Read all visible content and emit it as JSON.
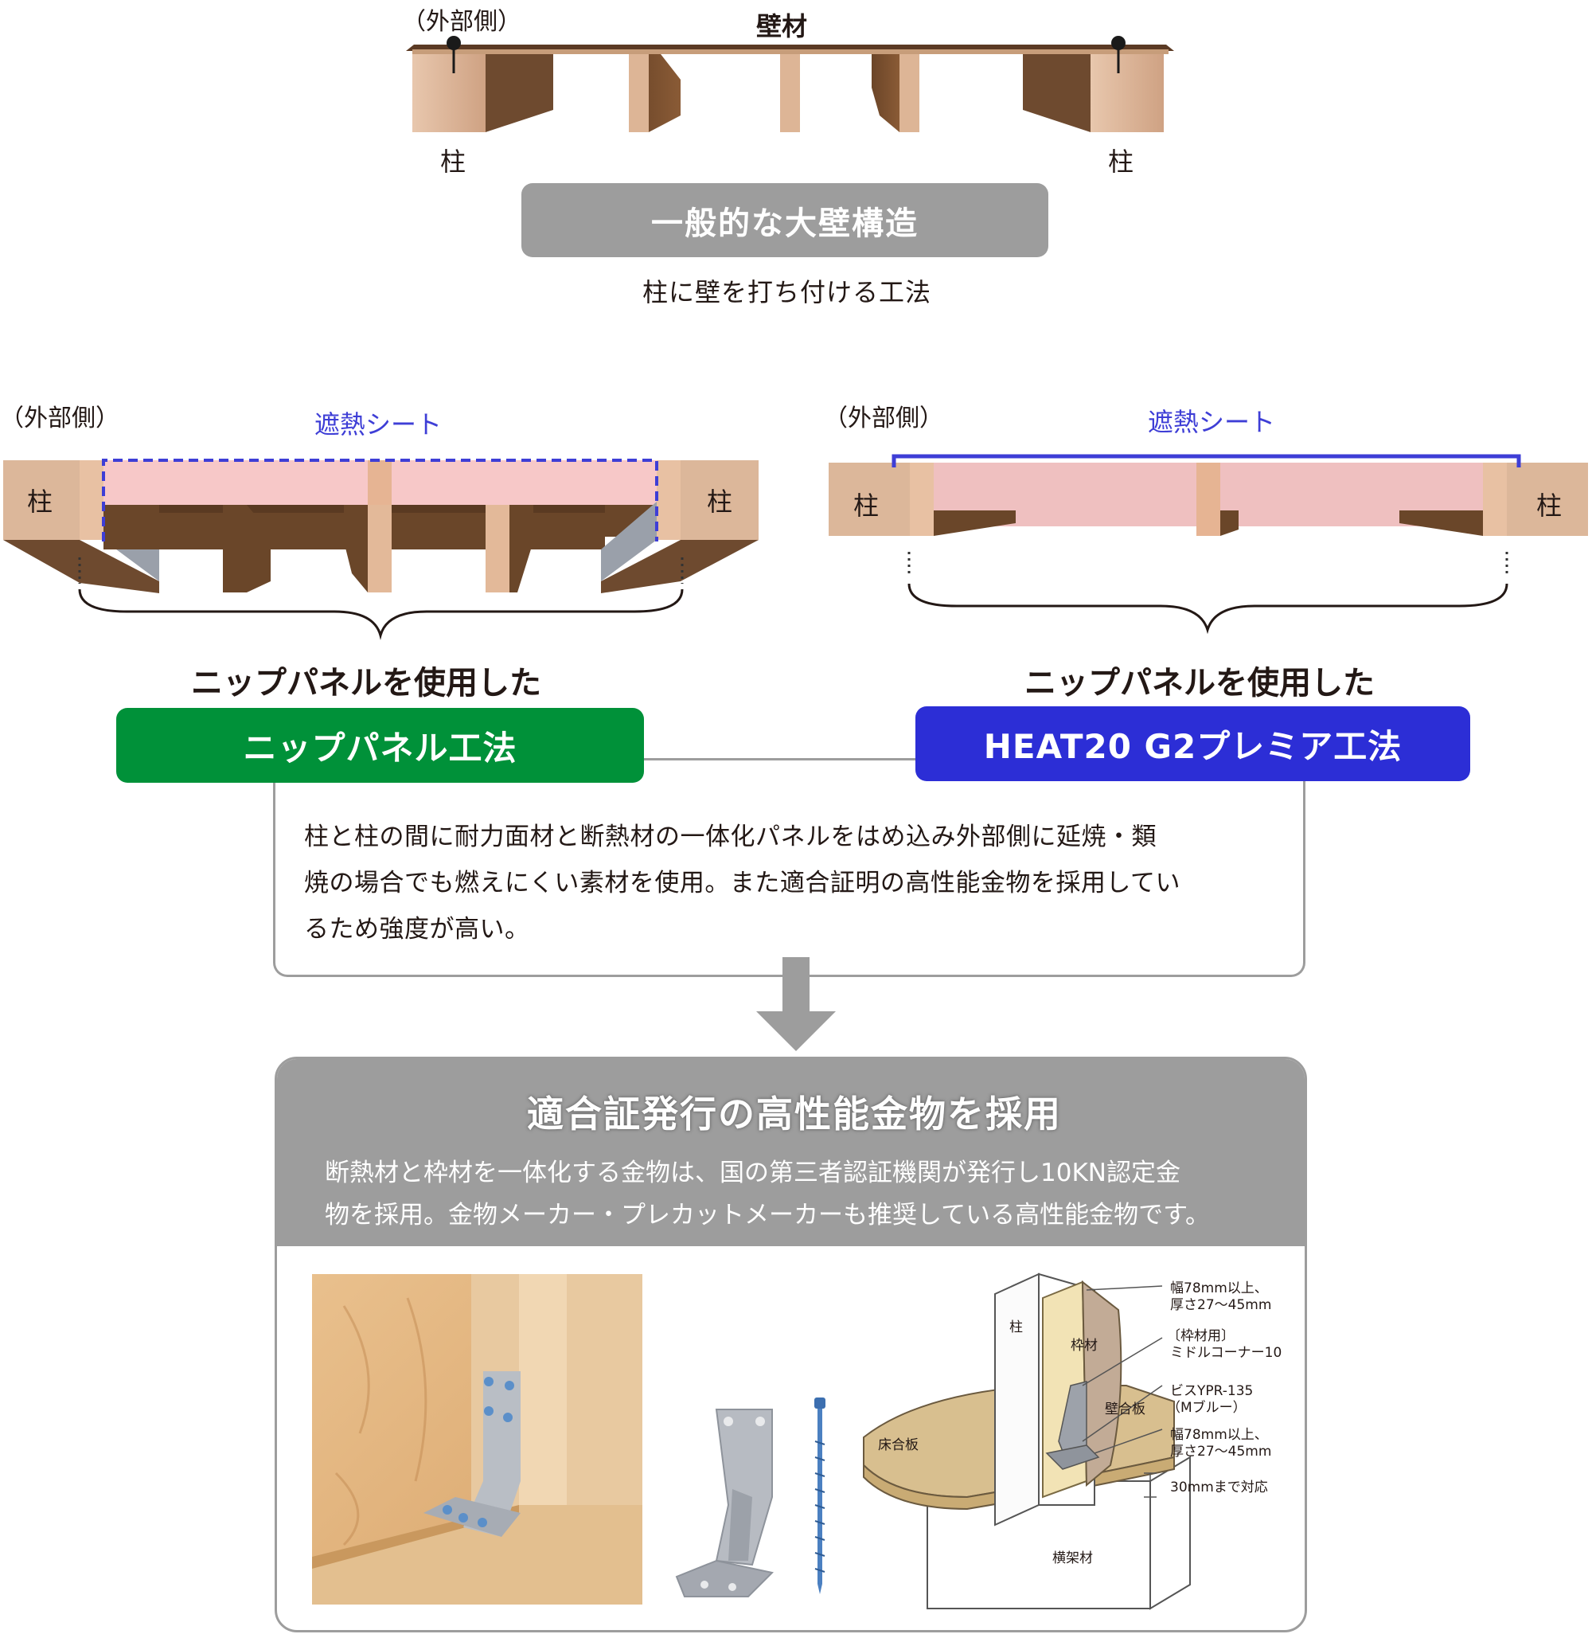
{
  "top": {
    "outside_label": "（外部側）",
    "wall_label": "壁材",
    "post_left": "柱",
    "post_right": "柱",
    "title": "一般的な大壁構造",
    "subtitle": "柱に壁を打ち付ける工法"
  },
  "left_diagram": {
    "outside_label": "（外部側）",
    "sheet_label": "遮熱シート",
    "post_left": "柱",
    "post_right": "柱",
    "caption": "ニップパネルを使用した",
    "badge": "ニップパネル工法"
  },
  "right_diagram": {
    "outside_label": "（外部側）",
    "sheet_label": "遮熱シート",
    "post_left": "柱",
    "post_right": "柱",
    "caption": "ニップパネルを使用した",
    "badge": "HEAT20 G2プレミア工法"
  },
  "description": {
    "line1": "柱と柱の間に耐力面材と断熱材の一体化パネルをはめ込み外部側に延焼・類",
    "line2": "焼の場合でも燃えにくい素材を使用。また適合証明の高性能金物を採用してい",
    "line3": "るため強度が高い。"
  },
  "hardware": {
    "title": "適合証発行の高性能金物を採用",
    "line1": "断熱材と枠材を一体化する金物は、国の第三者認証機関が発行し10KN認定金",
    "line2": "物を採用。金物メーカー・プレカットメーカーも推奨している高性能金物です。"
  },
  "figure": {
    "post": "柱",
    "frame": "枠材",
    "wall_board": "壁合板",
    "floor_board": "床合板",
    "beam": "横架材",
    "note1a": "幅78mm以上、",
    "note1b": "厚さ27～45mm",
    "note2a": "〔枠材用〕",
    "note2b": "ミドルコーナー10",
    "note3a": "ビスYPR-135",
    "note3b": "（Mブルー）",
    "note4a": "幅78mm以上、",
    "note4b": "厚さ27～45mm",
    "note5": "30mmまで対応"
  },
  "colors": {
    "gray": "#9d9d9d",
    "green": "#009139",
    "blue": "#2c2ed6",
    "wood": "#d9b393",
    "pink": "#f7c8c8",
    "sheet": "#3e3ed6"
  }
}
